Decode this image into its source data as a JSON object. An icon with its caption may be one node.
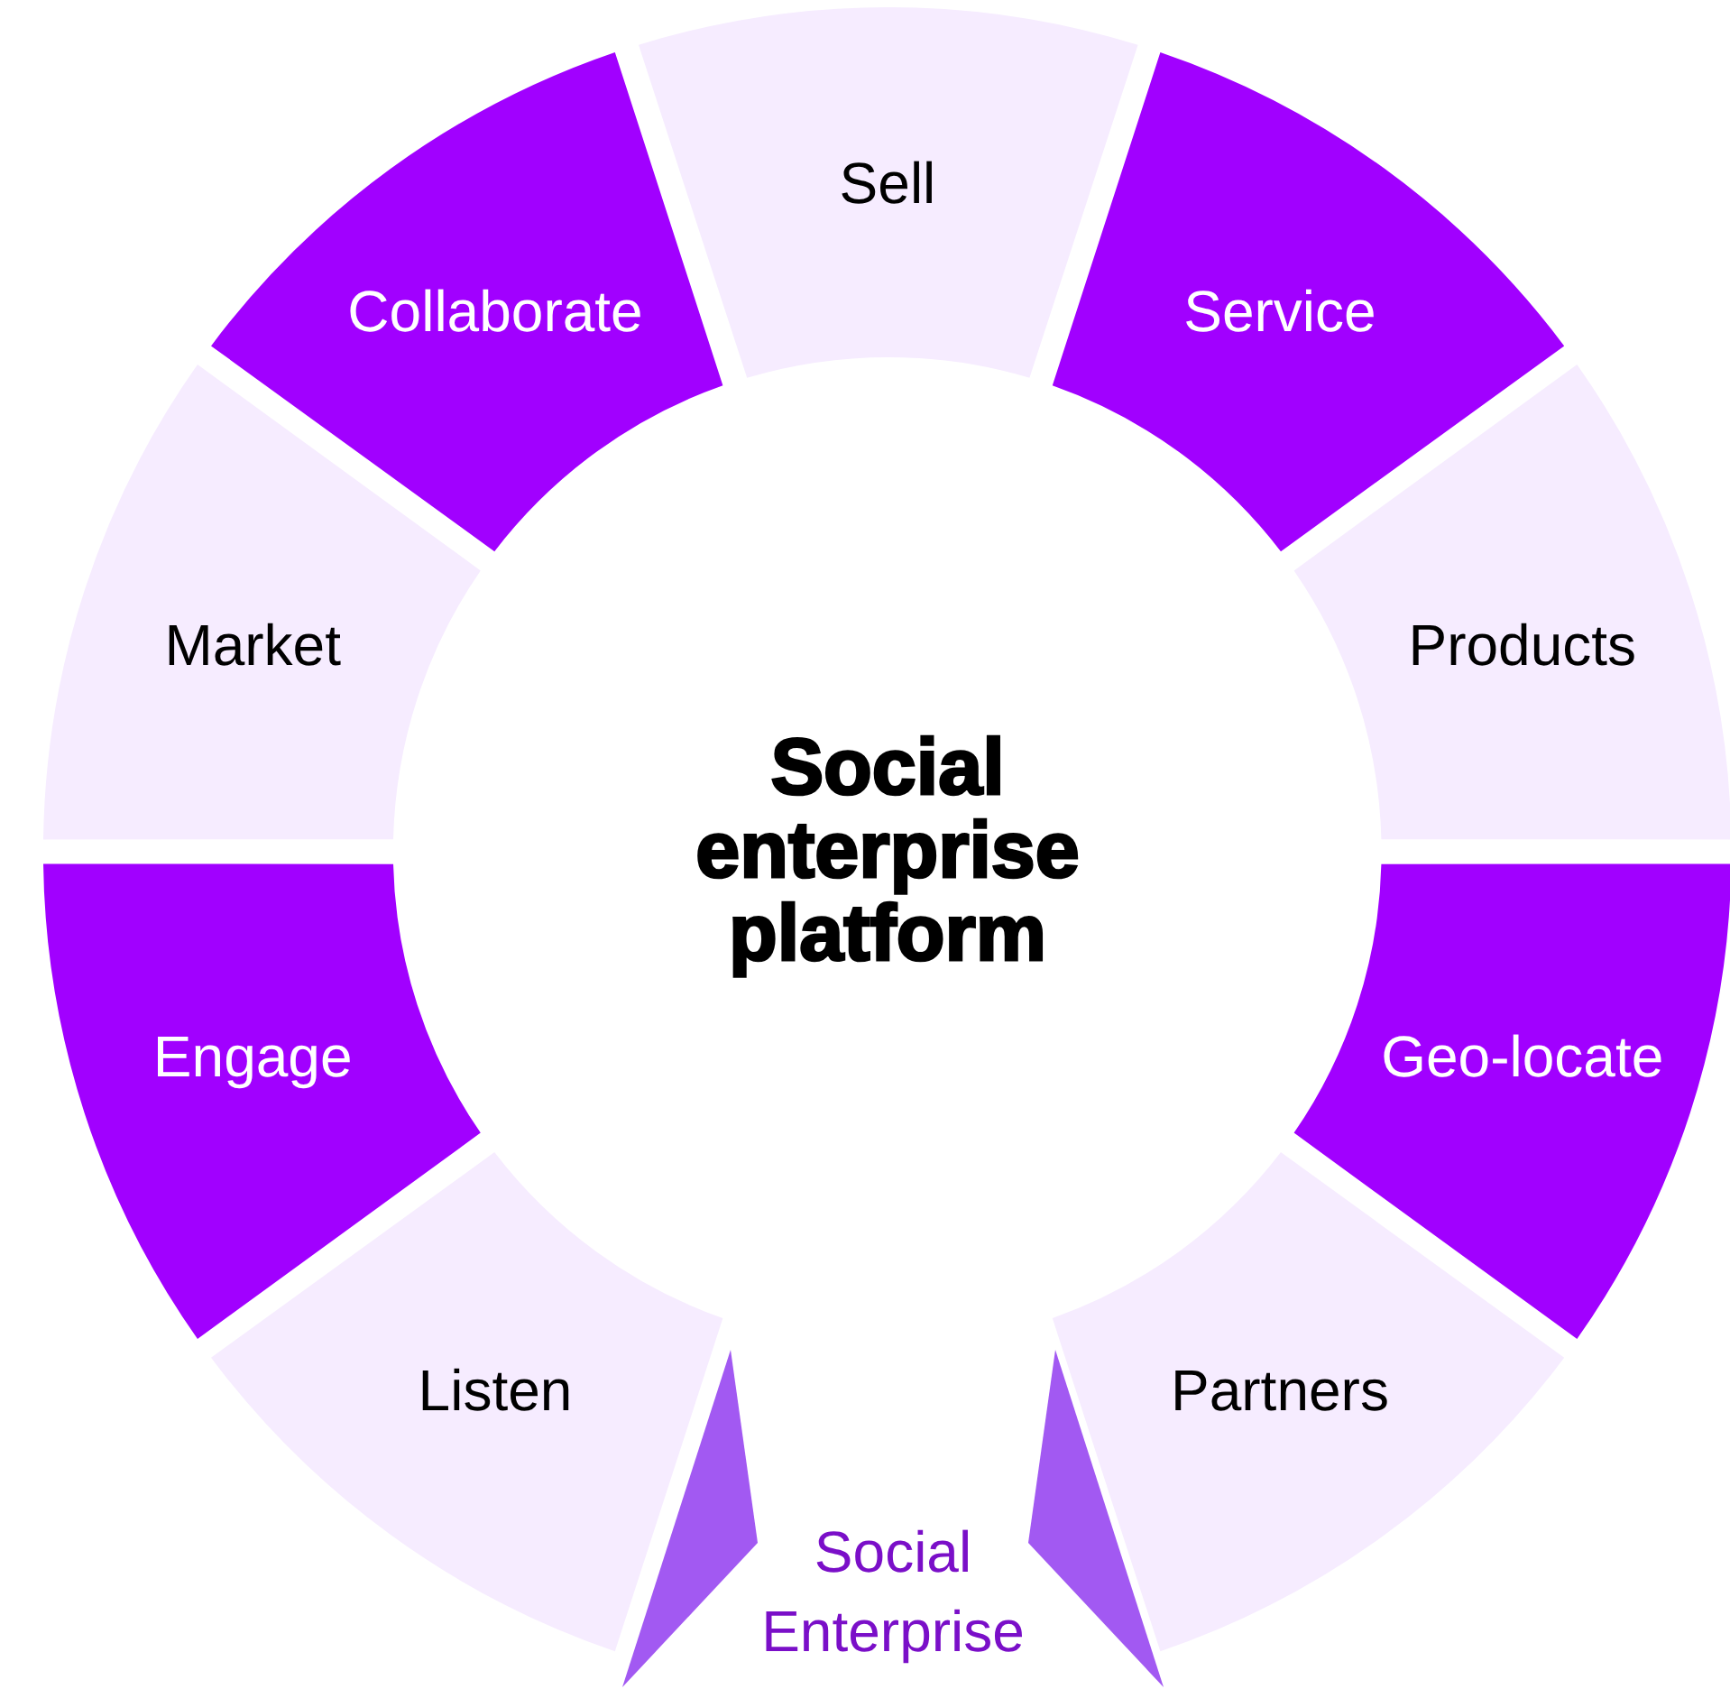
{
  "diagram": {
    "nodes": [
      {
        "text": [
          "Social enterprise platform"
        ]
      },
      {
        "text": [
          "Sell"
        ]
      },
      {
        "text": [
          "Service"
        ]
      },
      {
        "text": [
          "Products"
        ]
      },
      {
        "text": [
          "Geo-locate"
        ]
      },
      {
        "text": [
          "Partners"
        ]
      },
      {
        "text": [
          "Social Enterprise"
        ]
      },
      {
        "text": [
          "Listen"
        ]
      },
      {
        "text": [
          "Engage"
        ]
      },
      {
        "text": [
          "Market"
        ]
      },
      {
        "text": [
          "Collaborate"
        ]
      },
      {
        "text": [],
        "shape": "triangle"
      },
      {
        "text": [],
        "shape": "triangle"
      }
    ]
  }
}
